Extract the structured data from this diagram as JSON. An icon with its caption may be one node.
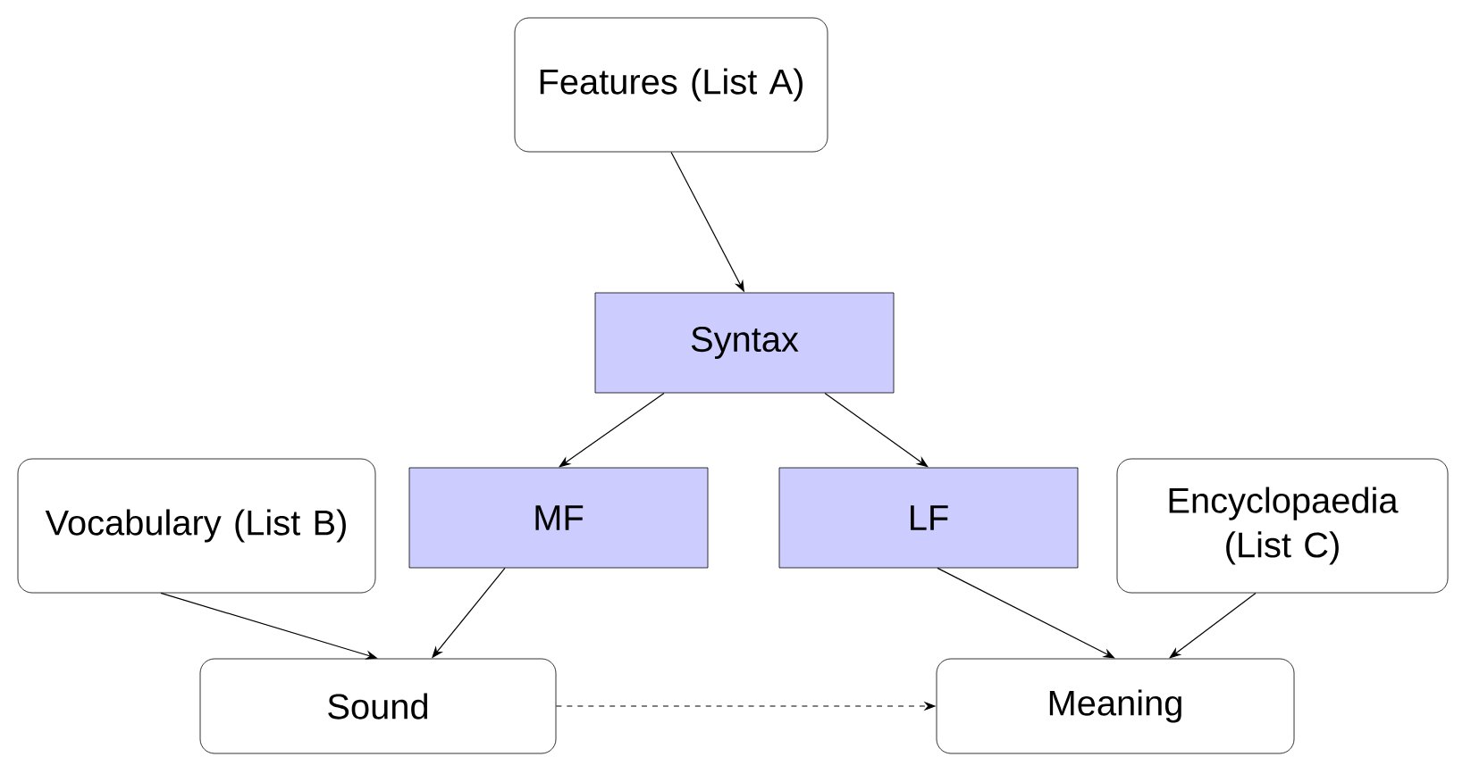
{
  "diagram": {
    "nodes": [
      {
        "text": [
          "Features (List A)"
        ]
      },
      {
        "text": [
          "Syntax"
        ]
      },
      {
        "text": [
          "Vocabulary (List B)"
        ]
      },
      {
        "text": [
          "MF"
        ]
      },
      {
        "text": [
          "LF"
        ]
      },
      {
        "text": [
          "Encyclopaedia (List C)"
        ]
      },
      {
        "text": [
          "Sound"
        ]
      },
      {
        "text": [
          "Meaning"
        ]
      }
    ],
    "edges": [
      {
        "from": 0,
        "to": 1,
        "arrow": "to"
      },
      {
        "from": 1,
        "to": 3,
        "arrow": "to"
      },
      {
        "from": 1,
        "to": 4,
        "arrow": "to"
      },
      {
        "from": 2,
        "to": 6,
        "arrow": "to"
      },
      {
        "from": 3,
        "to": 6,
        "arrow": "to"
      },
      {
        "from": 4,
        "to": 7,
        "arrow": "to"
      },
      {
        "from": 5,
        "to": 7,
        "arrow": "to"
      },
      {
        "from": 6,
        "to": 7,
        "arrow": "to",
        "style": "dashed"
      }
    ]
  }
}
